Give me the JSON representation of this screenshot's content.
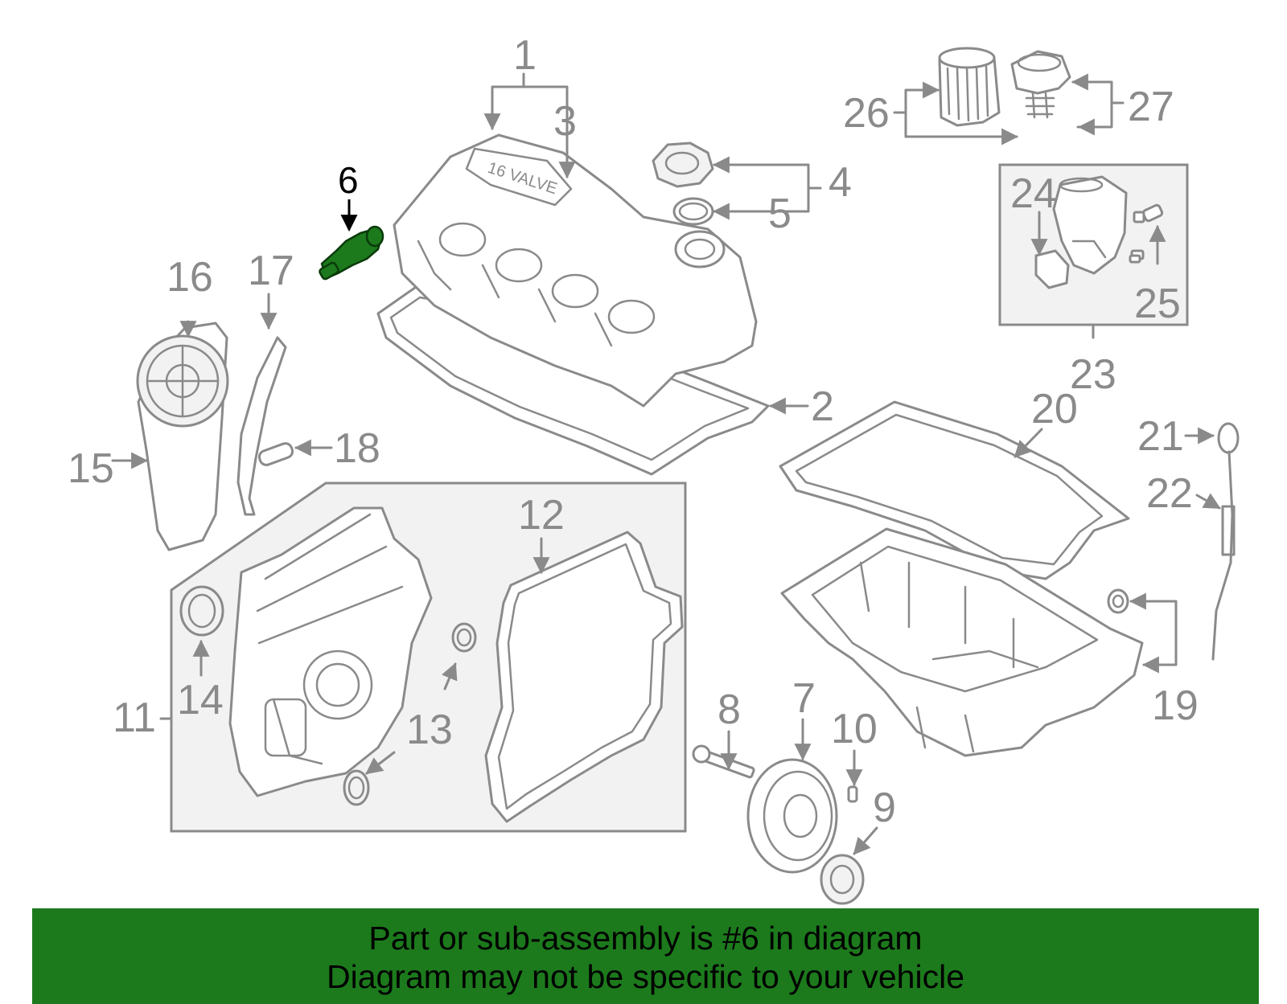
{
  "highlight_color": "#1c7a1c",
  "callouts": {
    "c1": "1",
    "c2": "2",
    "c3": "3",
    "c4": "4",
    "c5": "5",
    "c6": "6",
    "c7": "7",
    "c8": "8",
    "c9": "9",
    "c10": "10",
    "c11": "11",
    "c12": "12",
    "c13": "13",
    "c14": "14",
    "c15": "15",
    "c16": "16",
    "c17": "17",
    "c18": "18",
    "c19": "19",
    "c20": "20",
    "c21": "21",
    "c22": "22",
    "c23": "23",
    "c24": "24",
    "c25": "25",
    "c26": "26",
    "c27": "27"
  },
  "banner": {
    "line1": "Part or sub-assembly is #6 in diagram",
    "line2": "Diagram may not be specific to your vehicle"
  }
}
